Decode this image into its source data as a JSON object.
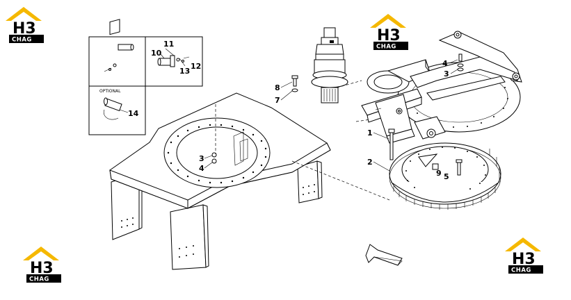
{
  "logo": {
    "top_text": "H3",
    "bottom_text": "CHAG",
    "roof_color": "#f5b800"
  },
  "callouts": {
    "c1": "1",
    "c2": "2",
    "c3_left": "3",
    "c4_left": "4",
    "c3_right": "3",
    "c4_right": "4",
    "c5": "5",
    "c7": "7",
    "c8": "8",
    "c9": "9",
    "c10": "10",
    "c11": "11",
    "c12": "12",
    "c13": "13",
    "c14": "14"
  },
  "inset": {
    "optional_label": "OPTIONAL"
  }
}
